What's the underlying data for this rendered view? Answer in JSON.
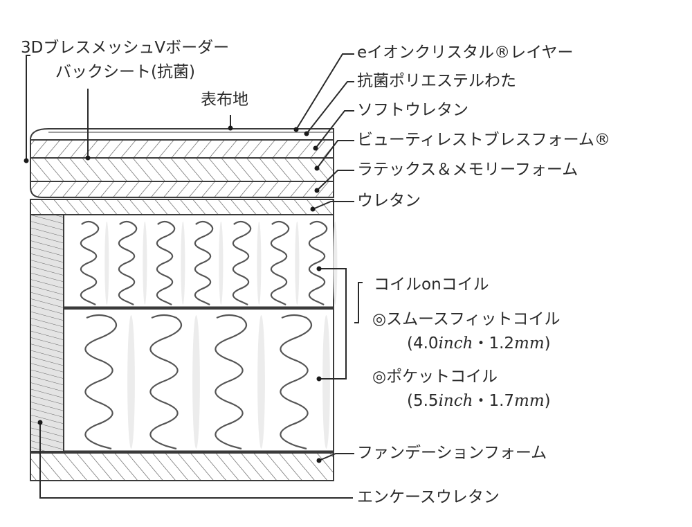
{
  "labels": {
    "border": "3DブレスメッシュVボーダー",
    "back_sheet": "バックシート(抗菌)",
    "cover": "表布地",
    "crystal_layer": "eイオンクリスタル®レイヤー",
    "polyester": "抗菌ポリエステルわた",
    "soft_urethane": "ソフトウレタン",
    "breath_foam": "ビューティレストブレスフォーム®",
    "latex_memory": "ラテックス＆メモリーフォーム",
    "urethane": "ウレタン",
    "coil_on_coil": "コイルonコイル",
    "smooth_fit": "◎スムースフィットコイル",
    "smooth_fit_spec": {
      "open": "(4.0",
      "unit1": "inch",
      "mid": "・1.2",
      "unit2": "mm",
      "close": ")"
    },
    "pocket": "◎ポケットコイル",
    "pocket_spec": {
      "open": "(5.5",
      "unit1": "inch",
      "mid": "・1.7",
      "unit2": "mm",
      "close": ")"
    },
    "foundation": "ファンデーションフォーム",
    "encase": "エンケースウレタン"
  },
  "colors": {
    "line": "#3a3a3a",
    "hatch": "#555555",
    "shade": "#e6e6e6"
  },
  "coils": {
    "upper_count": 7,
    "lower_count": 4
  }
}
